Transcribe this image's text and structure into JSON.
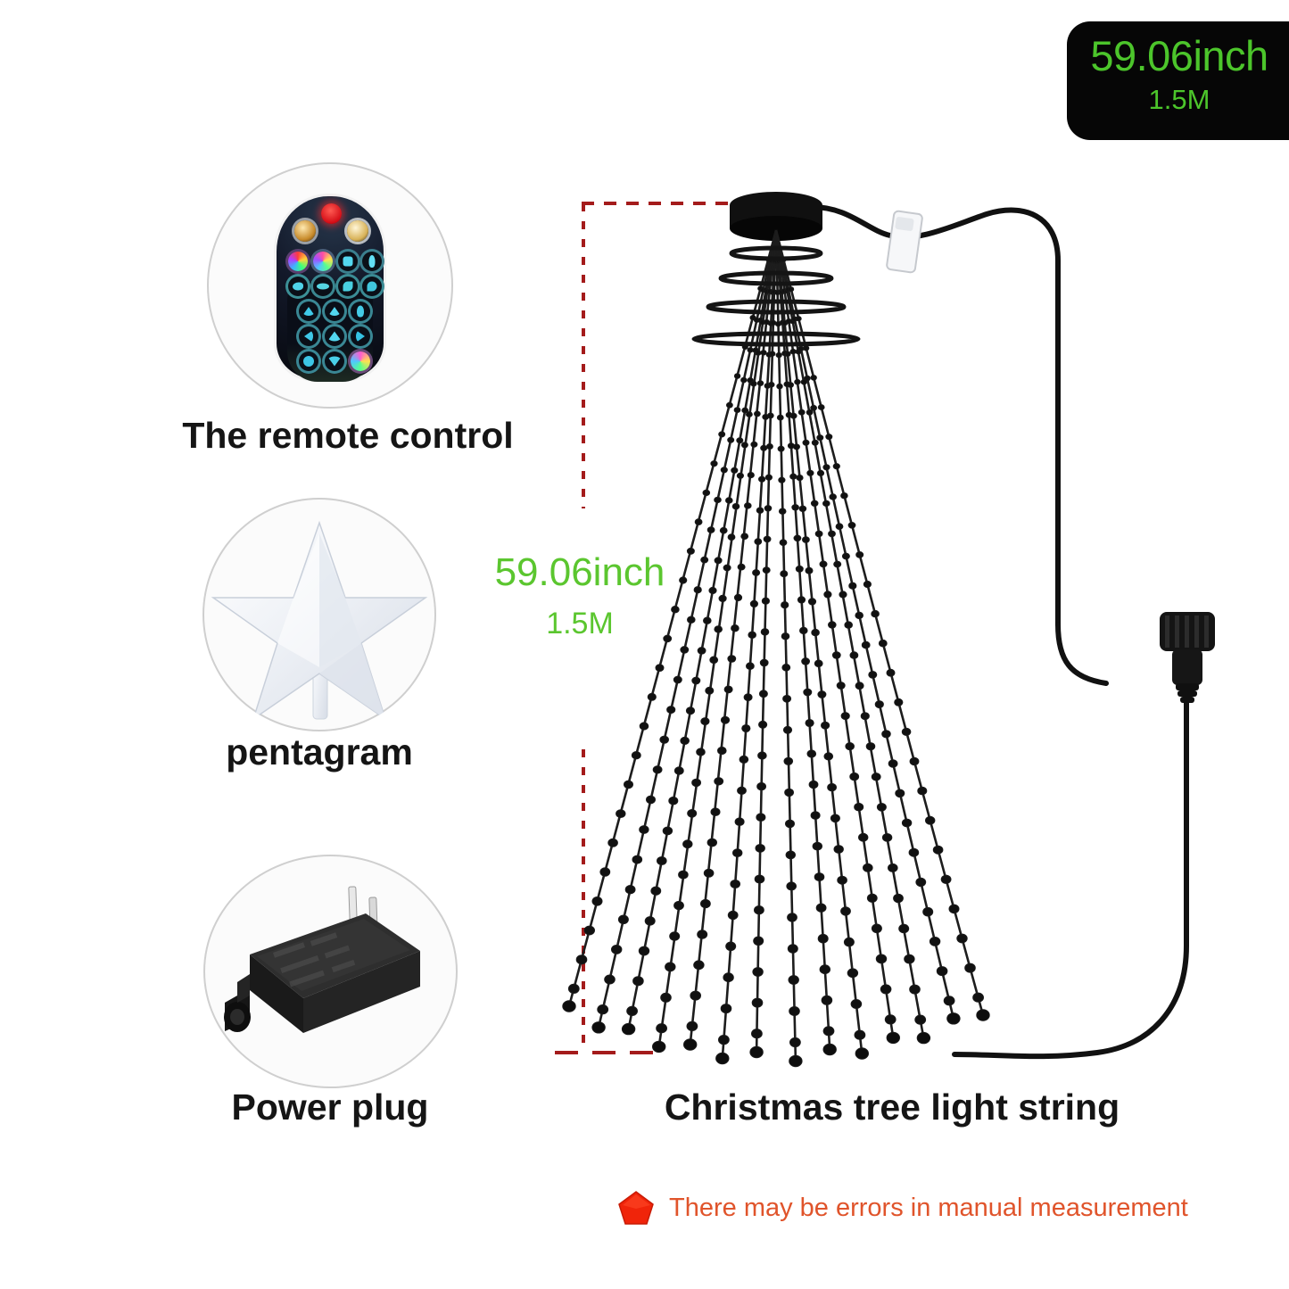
{
  "badge": {
    "primary": "59.06inch",
    "secondary": "1.5M",
    "bg_color": "#060606",
    "text_color": "#4cc52b"
  },
  "features": [
    {
      "id": "remote",
      "label": "The remote control",
      "icon": "remote-control-icon"
    },
    {
      "id": "star",
      "label": "pentagram",
      "icon": "star-topper-icon"
    },
    {
      "id": "plug",
      "label": "Power plug",
      "icon": "power-adapter-icon"
    }
  ],
  "diagram": {
    "caption": "Christmas tree light string",
    "dimension": {
      "primary": "59.06inch",
      "secondary": "1.5M",
      "text_color": "#5bc62f",
      "line_color": "#a41b1b"
    },
    "parts": {
      "top_hub": "tree-top-hub",
      "white_connector": "inline-white-connector",
      "barrel_plug": "barrel-connector-plug",
      "strand_count": 14
    }
  },
  "note": {
    "text": "There may be errors in manual measurement",
    "icon": "pentagon-warning-icon",
    "text_color": "#e0542b",
    "icon_color": "#f0240a"
  },
  "remote_buttons": {
    "power_color": "#ee1b24",
    "top_row_colors": [
      "#d9a13a",
      "#e8cf8a"
    ],
    "grid_colors": [
      [
        "#39c7e0",
        "#8ae04f",
        "#59d3e8",
        "#7fe2f2"
      ],
      [
        "#4fd6e8",
        "#5ad2d8",
        "#46cfe0",
        "#41c6dd"
      ],
      [
        "#36c2e5",
        "#4fd2ea",
        "#44cbe6"
      ],
      [
        "#3fc8e8",
        "#52d6ef",
        "#35c3e4"
      ],
      [
        "#3cc6e6",
        "#49cfe9",
        "#d44fc0"
      ]
    ]
  }
}
